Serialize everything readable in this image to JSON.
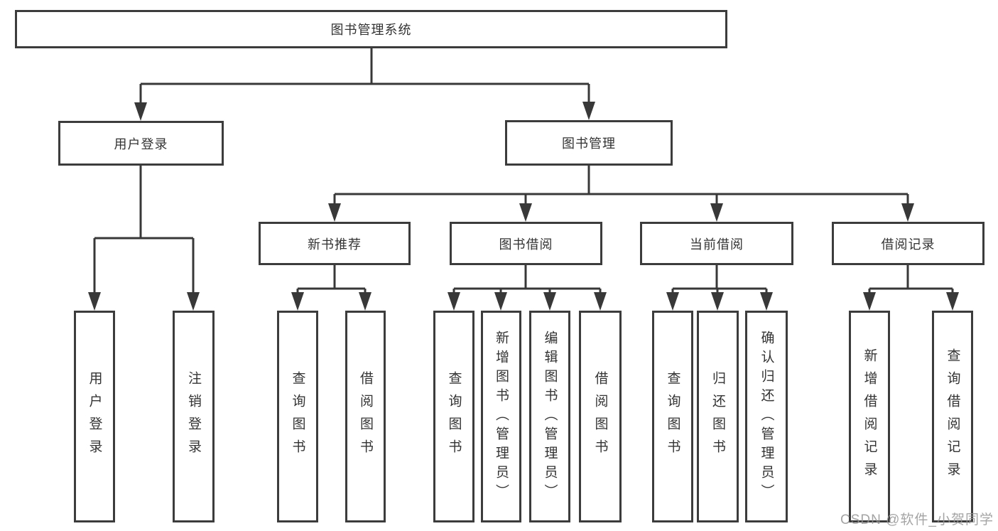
{
  "diagram": {
    "type": "tree",
    "title": "图书管理系统"
  },
  "nodes": {
    "root": {
      "label": "图书管理系统"
    },
    "level2": {
      "user_login": {
        "label": "用户登录"
      },
      "book_mgmt": {
        "label": "图书管理"
      }
    },
    "level3": {
      "new_book_rec": {
        "label": "新书推荐",
        "parent": "图书管理"
      },
      "book_borrow": {
        "label": "图书借阅",
        "parent": "图书管理"
      },
      "current_borrow": {
        "label": "当前借阅",
        "parent": "图书管理"
      },
      "borrow_record": {
        "label": "借阅记录",
        "parent": "图书管理"
      }
    },
    "leaves": {
      "user_login_leaf": {
        "label": "用户登录",
        "parent": "用户登录"
      },
      "logout": {
        "label": "注销登录",
        "parent": "用户登录"
      },
      "query_book_rec": {
        "label": "查询图书",
        "parent": "新书推荐"
      },
      "borrow_book_rec": {
        "label": "借阅图书",
        "parent": "新书推荐"
      },
      "query_book_borrow": {
        "label": "查询图书",
        "parent": "图书借阅"
      },
      "add_book": {
        "label": "新增图书（管理员）",
        "parent": "图书借阅"
      },
      "edit_book": {
        "label": "编辑图书（管理员）",
        "parent": "图书借阅"
      },
      "borrow_book": {
        "label": "借阅图书",
        "parent": "图书借阅"
      },
      "query_book_cur": {
        "label": "查询图书",
        "parent": "当前借阅"
      },
      "return_book": {
        "label": "归还图书",
        "parent": "当前借阅"
      },
      "confirm_return": {
        "label": "确认归还（管理员）",
        "parent": "当前借阅"
      },
      "add_borrow_record": {
        "label": "新增借阅记录",
        "parent": "借阅记录"
      },
      "query_borrow_record": {
        "label": "查询借阅记录",
        "parent": "借阅记录"
      }
    }
  },
  "watermark": {
    "text": "CSDN @软件_小贺同学"
  },
  "colors": {
    "line": "#383838",
    "border": "#3c3c3c",
    "text": "#333333",
    "background": "#ffffff",
    "watermark": "#949494"
  }
}
